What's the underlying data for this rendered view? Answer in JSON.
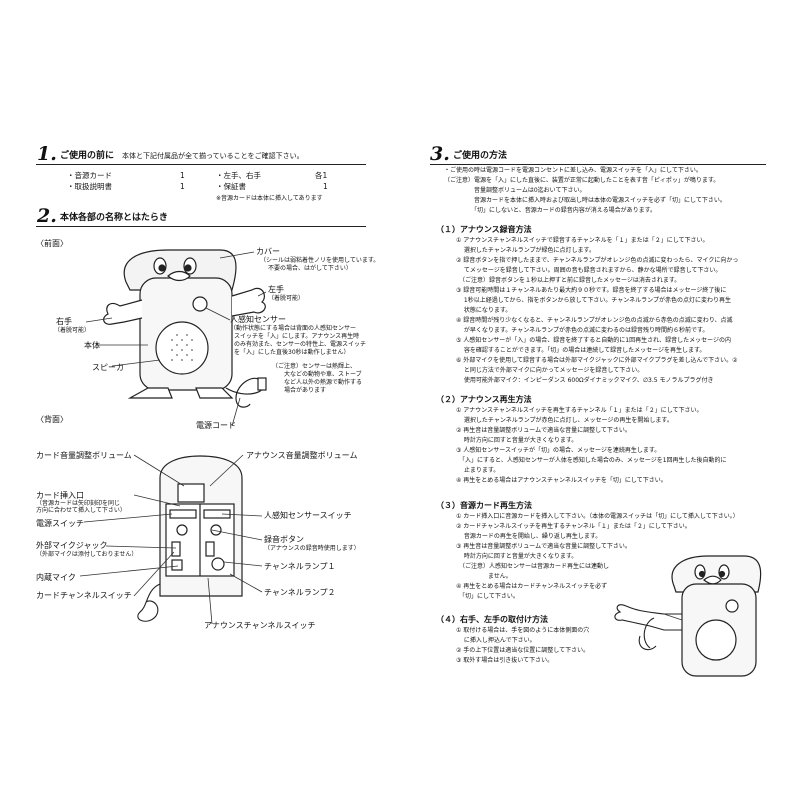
{
  "left": {
    "s1": {
      "num": "1.",
      "title": "ご使用の前に",
      "note": "本体と下記付属品が全て揃っていることをご確認下さい。",
      "rows": [
        {
          "a": "・音源カード",
          "b": "1",
          "c": "・左手、右手",
          "d": "各1"
        },
        {
          "a": "・取扱説明書",
          "b": "1",
          "c": "・保証書",
          "d": "1"
        }
      ],
      "footnote": "※音源カードは本体に挿入してあります"
    },
    "s2": {
      "num": "2.",
      "title": "本体各部の名称とはたらき",
      "front_label": "〈前面〉",
      "back_label": "〈背面〉"
    },
    "front": {
      "cover": "カバー",
      "cover_note1": "（シールは弱粘着性ノリを使用しています。",
      "cover_note2": "不要の場合、はがして下さい）",
      "left_hand": "左手",
      "left_hand_note": "（着脱可能）",
      "right_hand": "右手",
      "right_hand_note": "（着脱可能）",
      "body": "本体",
      "speaker": "スピーカ",
      "sensor": "人感知センサー",
      "sensor_note1": "（動作状態にする場合は背面の人感知センサー",
      "sensor_note2": "スイッチを「入」にします。アナウンス再生時",
      "sensor_note3": "のみ有効また、センサーの特性上、電源スイッチ",
      "sensor_note4": "を「入」にした直後30秒は動作しません）",
      "caution1": "（ご注意）センサーは熱輝上、",
      "caution2": "大などの動物や車、ストーブ",
      "caution3": "など人以外の熱源で動作する",
      "caution4": "場合があります",
      "power_cord": "電源コード"
    },
    "back": {
      "card_volume": "カード音量調整ボリューム",
      "announce_volume": "アナウンス音量調整ボリューム",
      "card_slot": "カード挿入口",
      "card_slot_note1": "（音源カードは矢印刻印を同じ",
      "card_slot_note2": "方向に合わせて挿入して下さい）",
      "power_switch": "電源スイッチ",
      "mic_jack": "外部マイクジャック",
      "mic_jack_note": "（外部マイクは添付しておりません）",
      "builtin_mic": "内蔵マイク",
      "card_channel_switch": "カードチャンネルスイッチ",
      "sensor_switch": "人感知センサースイッチ",
      "rec_button": "録音ボタン",
      "rec_button_note": "（アナウンスの録音時使用します）",
      "ch_lamp1": "チャンネルランプ１",
      "ch_lamp2": "チャンネルランプ２",
      "announce_channel_switch": "アナウンスチャンネルスイッチ"
    }
  },
  "right": {
    "s3": {
      "num": "3.",
      "title": "ご使用の方法",
      "intro": [
        "・ご使用の時は電源コードを電源コンセントに差し込み、電源スイッチを「入」にして下さい。",
        "（ご注意）電源を「入」にした直後に、装置が正常に起動したことを表す音「ピィポッ」が鳴ります。",
        "　　　　　音量調整ボリュームは0迄おいて下さい。",
        "　　　　　音源カードを本体に挿入時および取出し時は本体の電源スイッチを必ず「切」にして下さい。",
        "　　　　　「切」にしないと、音源カードの録音内容が消える場合があります。"
      ]
    },
    "sub1": {
      "title": "（１）アナウンス録音方法",
      "lines": [
        "① アナウンスチャンネルスイッチで録音するチャンネルを「１」または「２」にして下さい。",
        "　 選択したチャンネルランプが緑色に点灯します。",
        "② 録音ボタンを指で押したままで、チャンネルランプがオレンジ色の点滅に変わったら、マイクに向かっ",
        "　 てメッセージを録音して下さい。周囲の音も録音されますから、静かな場所で録音して下さい。",
        "　（ご注意）録音ボタンを１秒以上押すと前に録音したメッセージは消去されます。",
        "③ 録音可能時間は１チャンネルあたり最大約９０秒です。録音を終了する場合はメッセージ終了後に",
        "　 1秒以上経過してから、指をボタンから放して下さい。チャンネルランプが赤色の点灯に変わり再生",
        "　 状態になります。",
        "④ 録音時間が残り少なくなると、チャンネルランプがオレンジ色の点滅から赤色の点滅に変わり、点滅",
        "　 が早くなります。チャンネルランプが赤色の点滅に変わるのは録音残り時間約６秒前です。",
        "⑤ 人感知センサーが「入」の場合、録音を終了すると自動的に1回再生され、録音したメッセージの内",
        "　 容を確認することができます。「切」の場合は連続して録音したメッセージを再生します。",
        "⑥ 外部マイクを使用して録音する場合は外部マイクジャックに外部マイクプラグを差し込んで下さい。②",
        "　 と同じ方法で外部マイクに向かってメッセージを録音して下さい。",
        "　 使用可能外部マイク：インピーダンス 600Ωダイナミックマイク、∅3.5 モノラルプラグ付き"
      ]
    },
    "sub2": {
      "title": "（２）アナウンス再生方法",
      "lines": [
        "① アナウンスチャンネルスイッチを再生するチャンネル「１」または「２」にして下さい。",
        "　 選択したチャンネルランプが赤色に点灯し、メッセージの再生を開始します。",
        "② 再生音は音量調整ボリュームで適当な音量に調整して下さい。",
        "　 時計方向に回すと音量が大きくなります。",
        "③ 人感知センサースイッチが「切」の場合、メッセージを連続再生します。",
        "　「入」にすると、人感知センサーが人体を感知した場合のみ、メッセージを1回再生した後自動的に",
        "　 止まります。",
        "④ 再生をとめる場合はアナウンスチャンネルスイッチを「切」にして下さい。"
      ]
    },
    "sub3": {
      "title": "（３）音源カード再生方法",
      "lines": [
        "① カード挿入口に音源カードを挿入して下さい。（本体の電源スイッチは「切」にして挿入して下さい。）",
        "② カードチャンネルスイッチを再生するチャンネル「１」または「２」にして下さい。",
        "　 音源カードの再生を開始し、繰り返し再生します。",
        "③ 再生音は音量調整ボリュームで適当な音量に調整して下さい。",
        "　 時計方向に回すと音量が大きくなります。",
        "　（ご注意）人感知センサーは音源カード再生には連動し",
        "　　　　　 ません。",
        "④ 再生をとめる場合はカードチャンネルスイッチを必ず",
        "　「切」にして下さい。"
      ]
    },
    "sub4": {
      "title": "（４）右手、左手の取付け方法",
      "lines": [
        "① 取付ける場合は、手を図のように本体側面の穴",
        "　 に挿入し押込んで下さい。",
        "② 手の上下位置は適当な位置に調整して下さい。",
        "③ 取外す場合は引き抜いて下さい。"
      ]
    }
  }
}
